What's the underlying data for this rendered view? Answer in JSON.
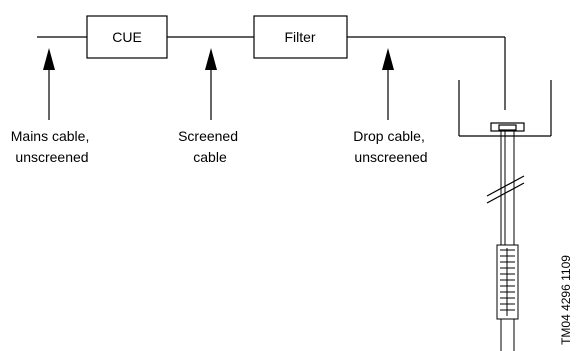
{
  "boxes": {
    "cue": "CUE",
    "filter": "Filter"
  },
  "captions": {
    "mains": [
      "Mains cable,",
      "unscreened"
    ],
    "screened": [
      "Screened",
      "cable"
    ],
    "drop": [
      "Drop cable,",
      "unscreened"
    ]
  },
  "drawing_code": "TM04 4296 1109"
}
